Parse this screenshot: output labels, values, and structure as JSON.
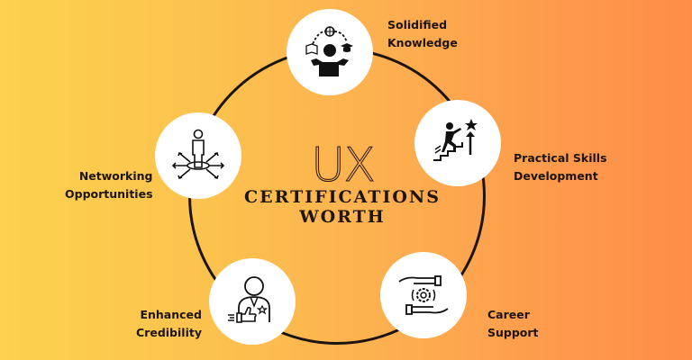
{
  "center": {
    "logo": "UX",
    "line1": "CERTIFICATIONS",
    "line2": "WORTH"
  },
  "nodes": [
    {
      "id": "solidified-knowledge",
      "line1": "Solidified",
      "line2": "Knowledge",
      "icon": "juggling-knowledge-icon"
    },
    {
      "id": "practical-skills",
      "line1": "Practical Skills",
      "line2": "Development",
      "icon": "climbing-stairs-star-icon"
    },
    {
      "id": "career-support",
      "line1": "Career",
      "line2": "Support",
      "icon": "hands-gear-icon"
    },
    {
      "id": "enhanced-credibility",
      "line1": "Enhanced",
      "line2": "Credibility",
      "icon": "person-thumbs-up-icon"
    },
    {
      "id": "networking",
      "line1": "Networking",
      "line2": "Opportunities",
      "icon": "person-arrows-network-icon"
    }
  ],
  "colors": {
    "gradient_start": "#fcd24e",
    "gradient_end": "#fe8d48",
    "ink": "#1e1410",
    "node_fill": "#ffffff"
  }
}
